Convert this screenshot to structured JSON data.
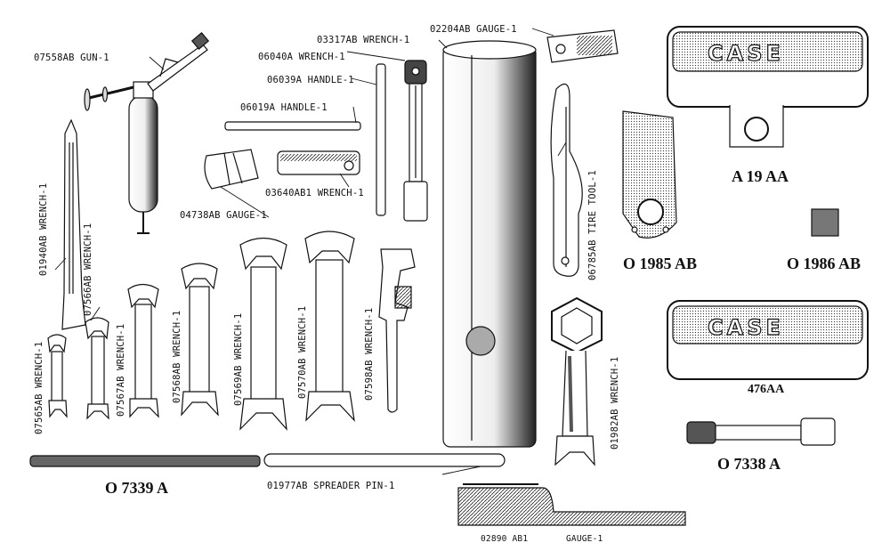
{
  "labels": {
    "gun": "07558AB GUN-1",
    "wrench_03317": "03317AB WRENCH-1",
    "wrench_06040": "06040A WRENCH-1",
    "handle_06039": "06039A HANDLE-1",
    "handle_06019": "06019A HANDLE-1",
    "gauge_02204": "02204AB GAUGE-1",
    "wrench_03640": "03640AB1 WRENCH-1",
    "gauge_04738": "04738AB GAUGE-1",
    "tire_tool": "06785AB TIRE TOOL-1",
    "wrench_01940": "01940AB WRENCH-1",
    "wrench_07566": "07566AB WRENCH-1",
    "wrench_07565": "07565AB WRENCH-1",
    "wrench_07567": "07567AB WRENCH-1",
    "wrench_07568": "07568AB WRENCH-1",
    "wrench_07569": "07569AB WRENCH-1",
    "wrench_07570": "07570AB WRENCH-1",
    "wrench_07598": "07598AB WRENCH-1",
    "wrench_01982": "01982AB WRENCH-1",
    "spreader_pin": "01977AB SPREADER PIN-1",
    "gauge_02890": "02890 AB1",
    "gauge_02890_name": "GAUGE-1"
  },
  "part_numbers": {
    "a19aa": "A 19 AA",
    "o1985ab": "O 1985 AB",
    "o1986ab": "O 1986 AB",
    "p476aa": "476AA",
    "o7338a": "O 7338 A",
    "o7339a": "O 7339 A"
  },
  "box_brand": "CASE"
}
